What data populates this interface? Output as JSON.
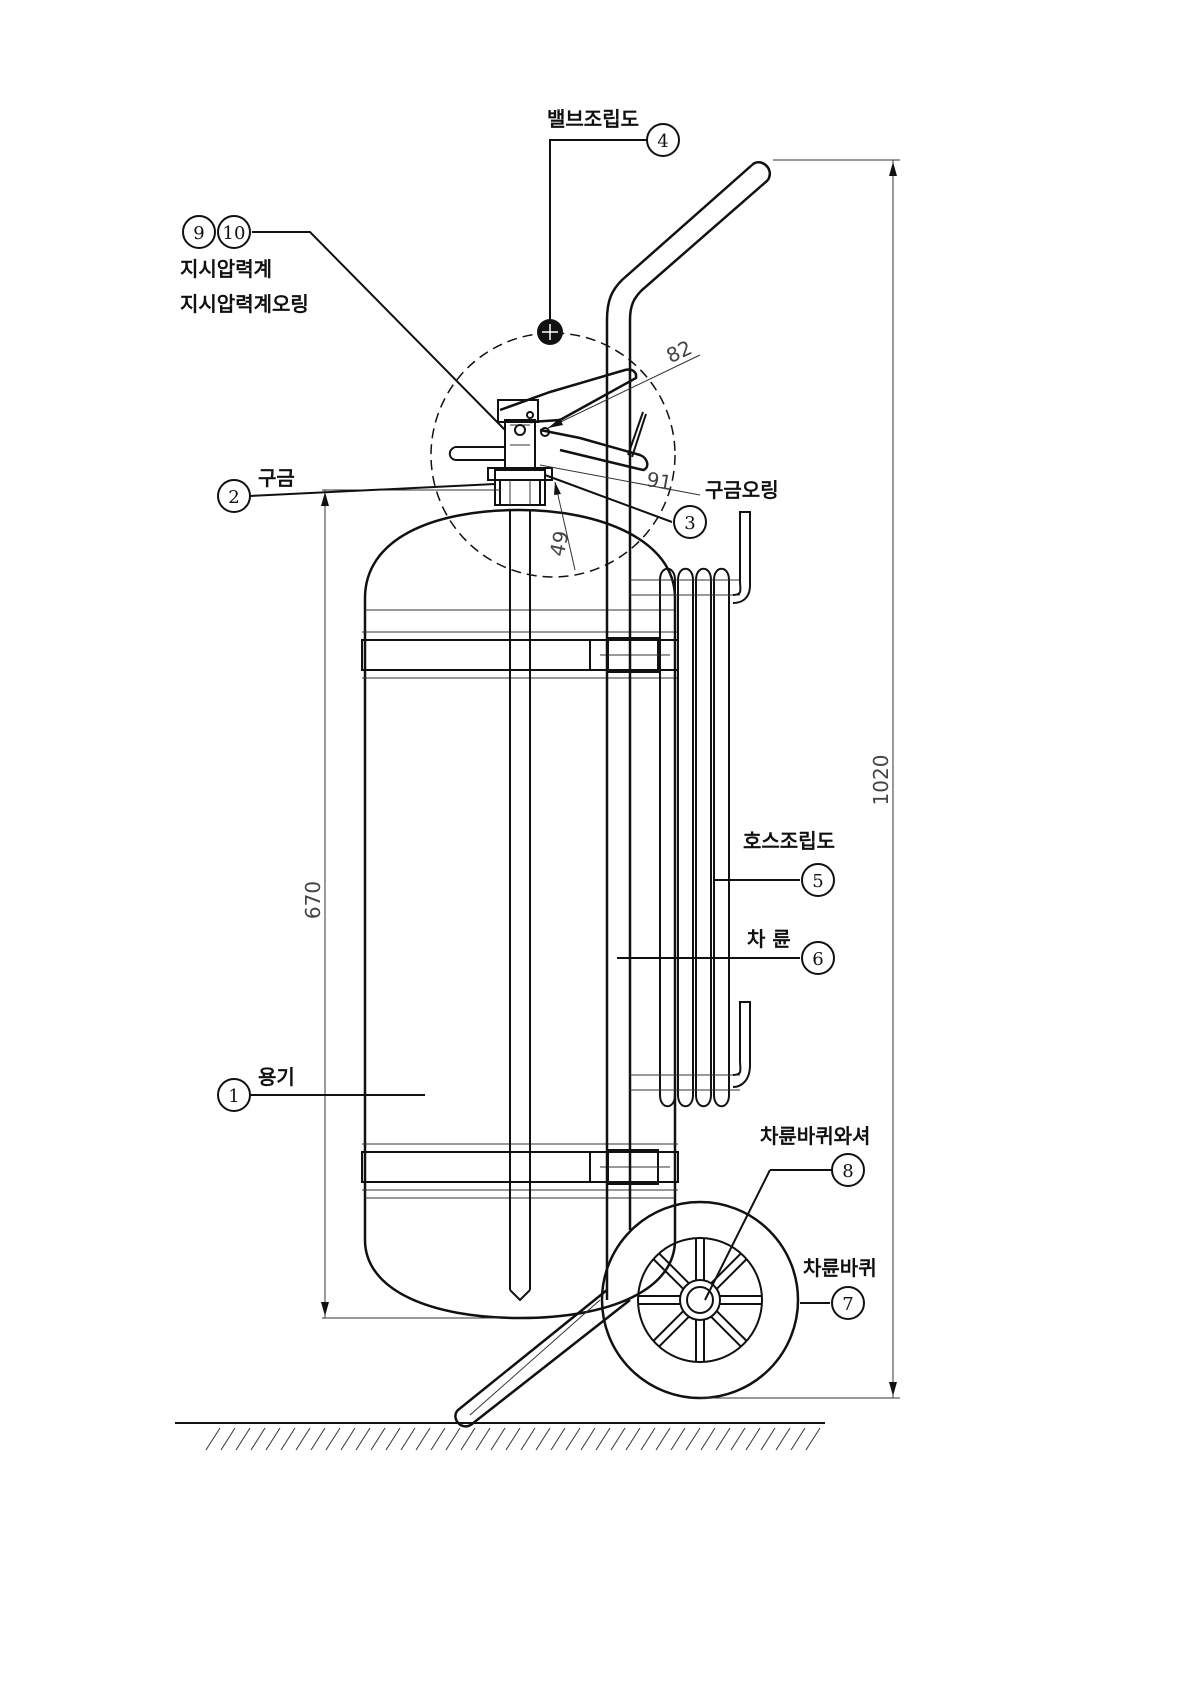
{
  "labels": {
    "valve_assembly": "밸브조립도",
    "pressure_gauge": "지시압력계",
    "pressure_gauge_oring": "지시압력계오링",
    "nozzle_fitting": "구금",
    "nozzle_oring": "구금오링",
    "hose_assembly": "호스조립도",
    "cart": "차 륜",
    "container": "용기",
    "wheel_washer": "차륜바퀴와셔",
    "wheel": "차륜바퀴"
  },
  "callouts": {
    "container": "1",
    "nozzle_fitting": "2",
    "nozzle_oring": "3",
    "valve_assembly": "4",
    "hose_assembly": "5",
    "cart": "6",
    "wheel": "7",
    "wheel_washer": "8",
    "pressure_gauge": "9",
    "pressure_gauge_oring": "10"
  },
  "dimensions": {
    "total_height": "1020",
    "container_height": "670",
    "valve_length": "82",
    "valve_angle": "91",
    "valve_depth": "49"
  }
}
